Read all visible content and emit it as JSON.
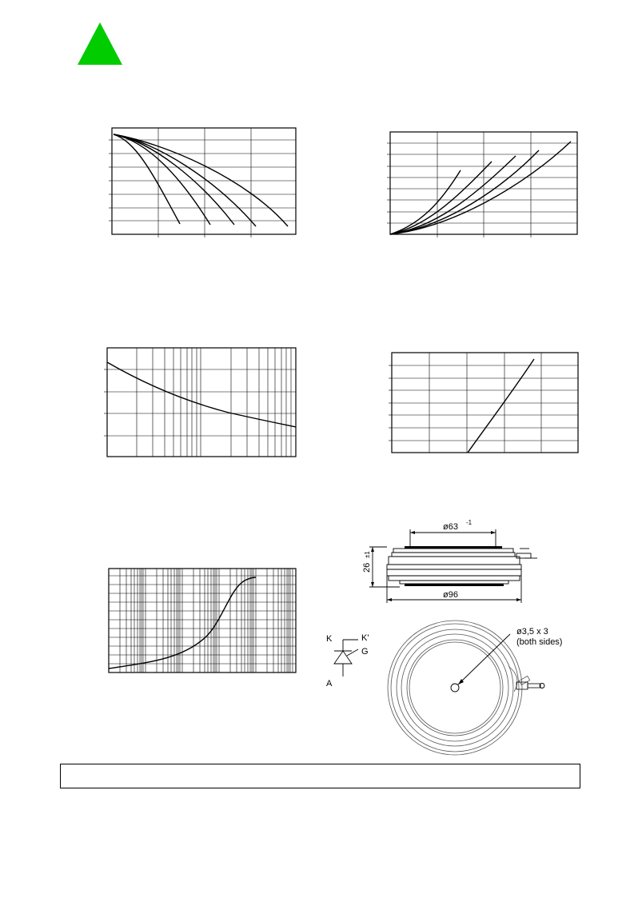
{
  "logo": {
    "shape": "triangle",
    "color": "#00cc00"
  },
  "package_drawing": {
    "dim_top_diameter": "ø63",
    "dim_top_tolerance": "-1",
    "dim_height": "26",
    "dim_height_tolerance": "±1",
    "dim_bottom_diameter": "ø96",
    "hole_label_line1": "ø3,5 x 3",
    "hole_label_line2": "(both sides)"
  },
  "symbol": {
    "cathode": "K",
    "aux_cathode": "K'",
    "gate": "G",
    "anode": "A"
  },
  "chart_data": [
    {
      "type": "line",
      "panel": "top-left",
      "curve_count": 5,
      "grid": true
    },
    {
      "type": "line",
      "panel": "top-right",
      "curve_count": 5,
      "grid": true
    },
    {
      "type": "line",
      "panel": "middle-left",
      "x_scale": "log",
      "curve_count": 1,
      "grid": true
    },
    {
      "type": "line",
      "panel": "middle-right",
      "curve_count": 1,
      "grid": true
    },
    {
      "type": "line",
      "panel": "bottom-left",
      "x_scale": "log",
      "curve_count": 1,
      "grid": true
    }
  ]
}
